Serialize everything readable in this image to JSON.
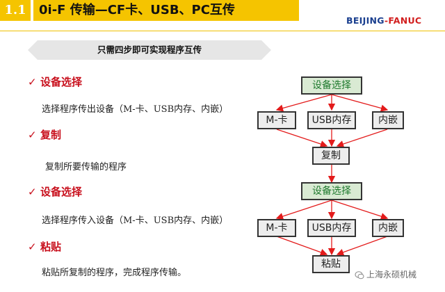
{
  "header": {
    "section_number": "1.1",
    "title": "0i-F 传输—CF卡、USB、PC互传"
  },
  "logo": {
    "part1": "BEIJING",
    "dash": "-",
    "part2": "FANUC"
  },
  "banner": {
    "text": "只需四步即可实现程序互传"
  },
  "steps": [
    {
      "title": "设备选择",
      "desc": "选择程序传出设备（M-卡、USB内存、内嵌）"
    },
    {
      "title": "复制",
      "desc": "复制所要传输的程序"
    },
    {
      "title": "设备选择",
      "desc": "选择程序传入设备（M-卡、USB内存、内嵌）"
    },
    {
      "title": "粘贴",
      "desc": "粘贴所复制的程序，完成程序传输。"
    }
  ],
  "check_mark": "✓",
  "diagram": {
    "select1": "设备选择",
    "row1": [
      "M-卡",
      "USB内存",
      "内嵌"
    ],
    "copy": "复制",
    "select2": "设备选择",
    "row2": [
      "M-卡",
      "USB内存",
      "内嵌"
    ],
    "paste": "粘贴",
    "arrow_color": "#e31b1b"
  },
  "watermark": {
    "text": "上海永硕机械"
  }
}
